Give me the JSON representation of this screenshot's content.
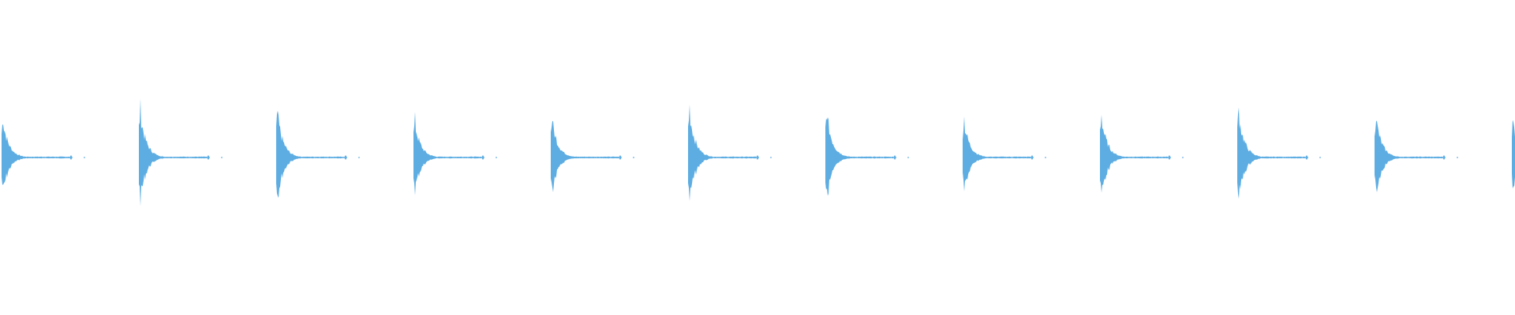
{
  "waveform": {
    "color": "#5dade2",
    "background": "#ffffff",
    "pulse_peaks": [
      0.8,
      0.98,
      0.92,
      0.76,
      0.8,
      1.0,
      0.94,
      0.78,
      0.88,
      0.96,
      0.86,
      0.8
    ]
  }
}
